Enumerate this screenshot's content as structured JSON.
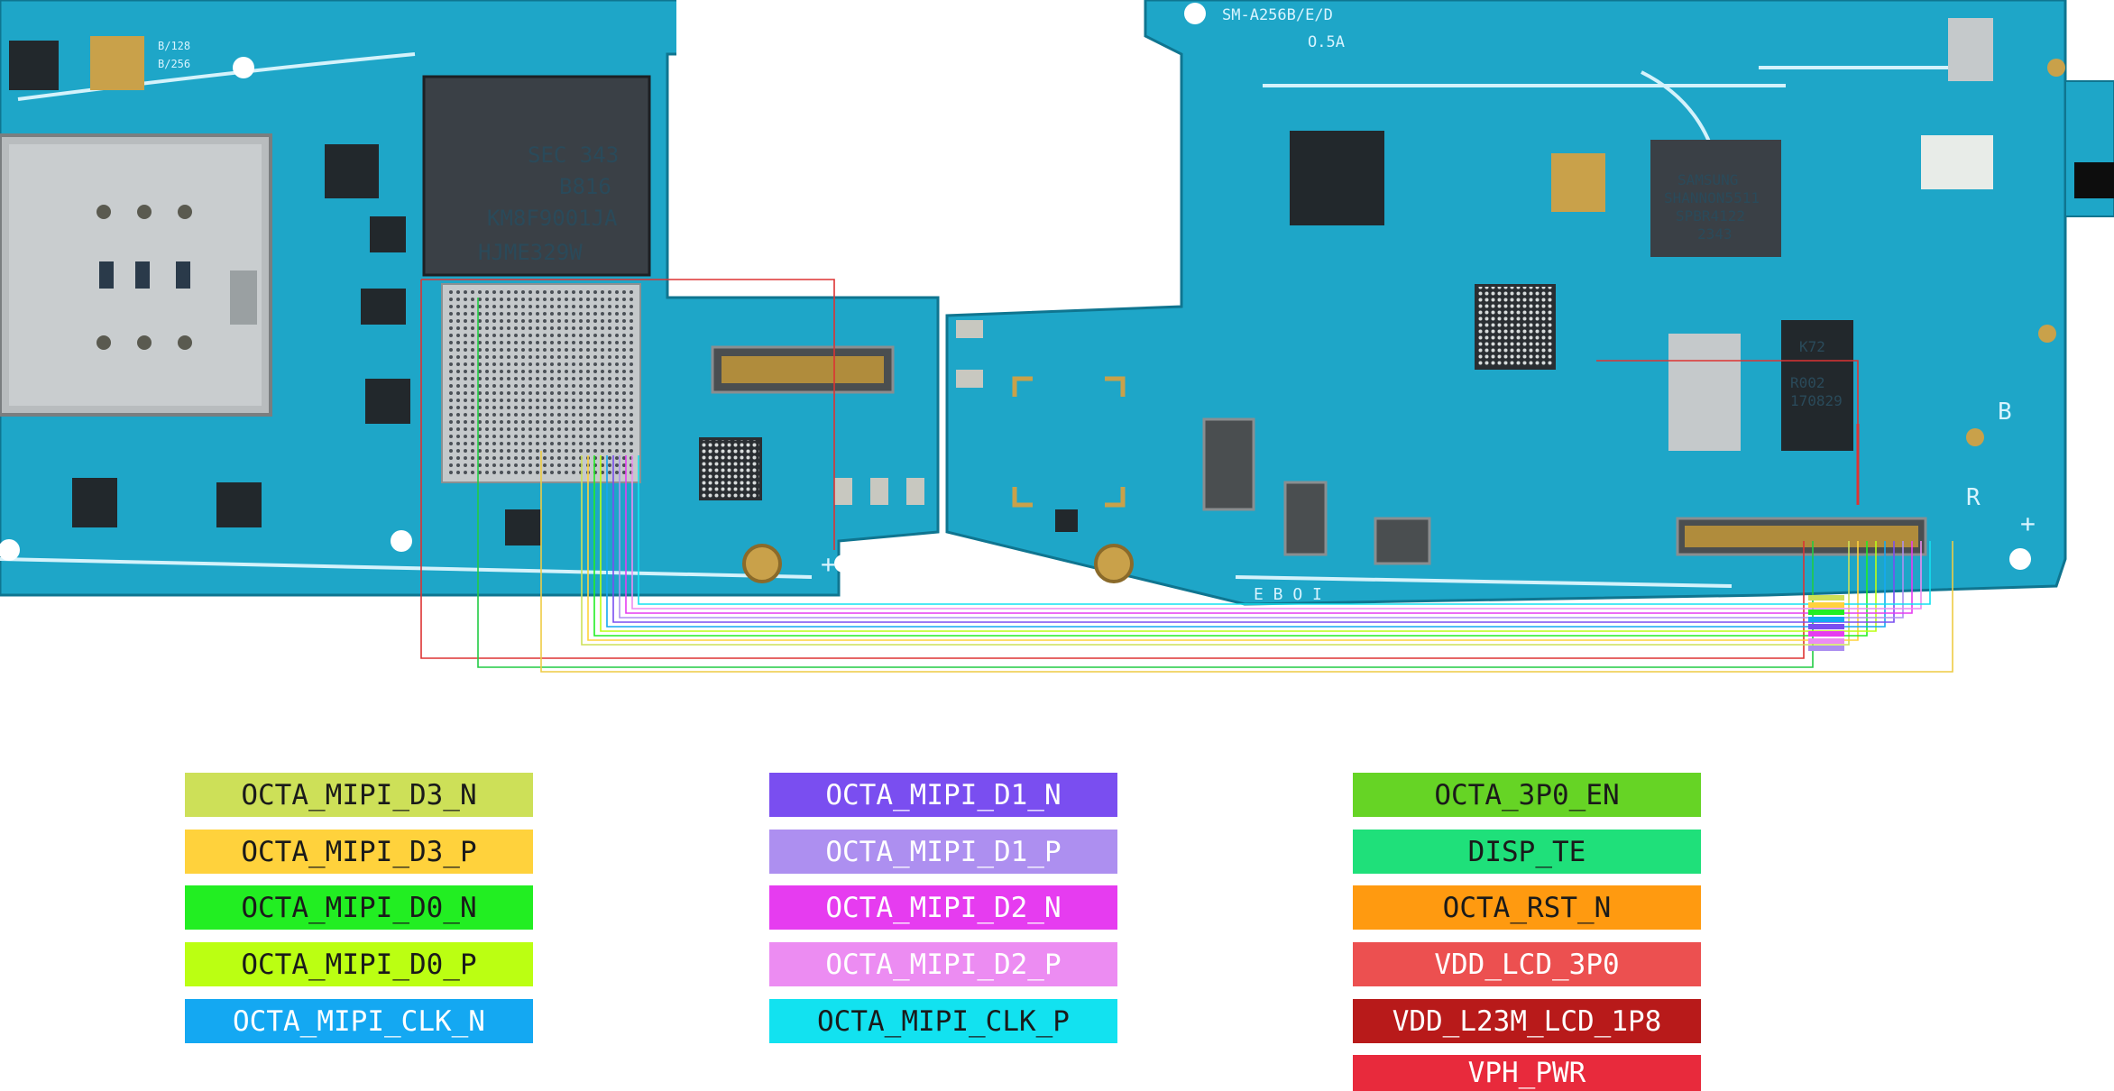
{
  "board": {
    "model_text": "SM-A256B/E/D",
    "rev_text": "O.5A",
    "silk_bottom": "E B O I",
    "mark_b": "B",
    "mark_r": "R",
    "labels_left": [
      "B/128",
      "B/256"
    ]
  },
  "chips": {
    "memory": [
      "SEC 343",
      "B816",
      "KM8F9001JA",
      "HJME329W"
    ],
    "modem": [
      "SAMSUNG",
      "SHANNON5511",
      "SPBR4122",
      "2343"
    ],
    "pmic": [
      "K72",
      "R002",
      "170829"
    ]
  },
  "legend": {
    "col1": [
      {
        "label": "OCTA_MIPI_D3_N",
        "bg": "#cde058",
        "fg": "#1a1a1a"
      },
      {
        "label": "OCTA_MIPI_D3_P",
        "bg": "#ffd23c",
        "fg": "#1a1a1a"
      },
      {
        "label": "OCTA_MIPI_D0_N",
        "bg": "#22ee22",
        "fg": "#1a1a1a"
      },
      {
        "label": "OCTA_MIPI_D0_P",
        "bg": "#bbff12",
        "fg": "#1a1a1a"
      },
      {
        "label": "OCTA_MIPI_CLK_N",
        "bg": "#14a8f2",
        "fg": "#ffffff"
      }
    ],
    "col2": [
      {
        "label": "OCTA_MIPI_D1_N",
        "bg": "#7a4ef0",
        "fg": "#ffffff"
      },
      {
        "label": "OCTA_MIPI_D1_P",
        "bg": "#ad8ff0",
        "fg": "#ffffff"
      },
      {
        "label": "OCTA_MIPI_D2_N",
        "bg": "#e63cf0",
        "fg": "#ffffff"
      },
      {
        "label": "OCTA_MIPI_D2_P",
        "bg": "#ec8cf2",
        "fg": "#ffffff"
      },
      {
        "label": "OCTA_MIPI_CLK_P",
        "bg": "#12e2f0",
        "fg": "#1a1a1a"
      }
    ],
    "col3": [
      {
        "label": "OCTA_3P0_EN",
        "bg": "#66d425",
        "fg": "#1a1a1a"
      },
      {
        "label": "DISP_TE",
        "bg": "#1fe07a",
        "fg": "#1a1a1a"
      },
      {
        "label": "OCTA_RST_N",
        "bg": "#ff9a10",
        "fg": "#1a1a1a"
      },
      {
        "label": "VDD_LCD_3P0",
        "bg": "#ec5050",
        "fg": "#ffffff"
      },
      {
        "label": "VDD_L23M_LCD_1P8",
        "bg": "#b81a1a",
        "fg": "#ffffff"
      },
      {
        "label": "VPH_PWR",
        "bg": "#e82a3c",
        "fg": "#ffffff"
      }
    ]
  },
  "colors": {
    "pcb": "#1ea6c8",
    "pcb_dark": "#1588a8",
    "pcb_edge": "#7fd0e6"
  }
}
